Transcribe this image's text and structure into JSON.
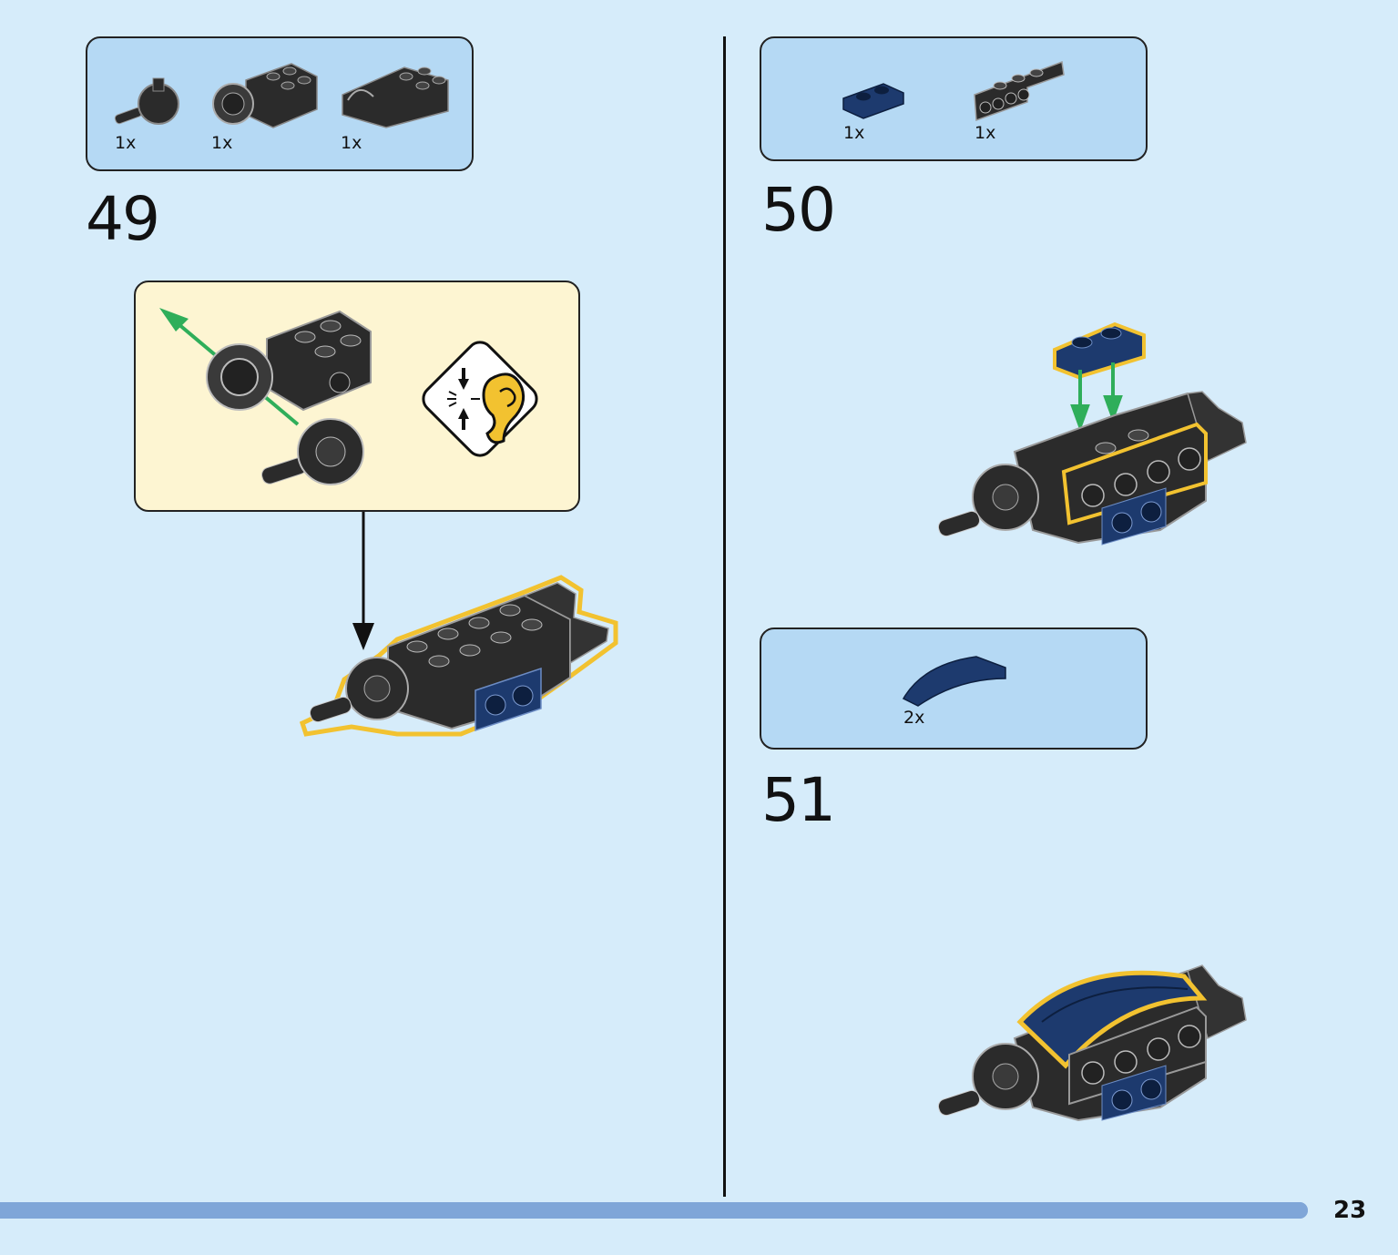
{
  "page": {
    "number": "23",
    "progress_fraction": 0.935
  },
  "steps": [
    {
      "number": "49",
      "parts": [
        {
          "qty": "1x"
        },
        {
          "qty": "1x"
        },
        {
          "qty": "1x"
        }
      ],
      "callout": {
        "icon": "click-sound-ear-icon"
      }
    },
    {
      "number": "50",
      "parts": [
        {
          "qty": "1x"
        },
        {
          "qty": "1x"
        }
      ]
    },
    {
      "number": "51",
      "parts": [
        {
          "qty": "2x"
        }
      ]
    }
  ],
  "colors": {
    "background": "#d6ecfa",
    "parts_box": "#b5d9f4",
    "callout": "#fdf5d2",
    "highlight": "#f2c230",
    "arrow_green": "#2fae5a",
    "dark_blue_brick": "#1d3a6e",
    "black_brick": "#2b2b2b",
    "progress": "#7fa6d8"
  }
}
